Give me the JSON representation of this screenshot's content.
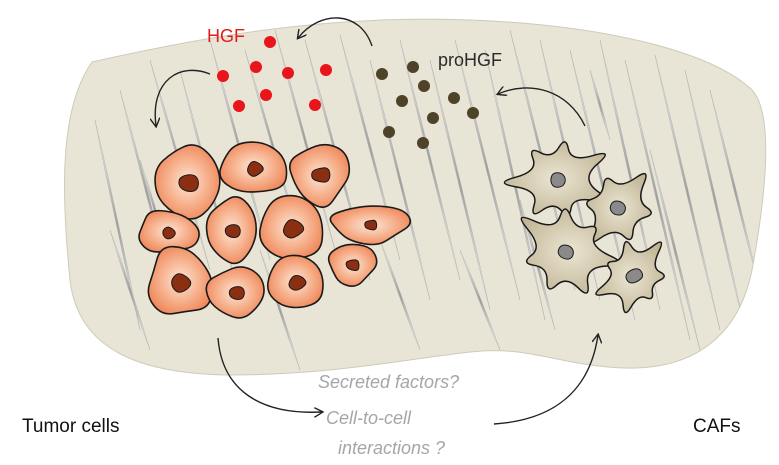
{
  "labels": {
    "hgf": "HGF",
    "prohgf": "proHGF",
    "tumor_cells": "Tumor cells",
    "cafs": "CAFs",
    "question_secreted": "Secreted factors?",
    "question_cell_line1": "Cell-to-cell",
    "question_cell_line2": "interactions ?"
  },
  "colors": {
    "stroma": "#e9e5d6",
    "fiber": "#b3b3b3",
    "hgf_dot": "#e8161b",
    "prohgf_dot": "#4e4228",
    "tumor_fill": "#f08a5c",
    "tumor_nucleus": "#8a2f12",
    "caf_fill": "#c9bfa2",
    "caf_nucleus": "#8a8a8a"
  }
}
